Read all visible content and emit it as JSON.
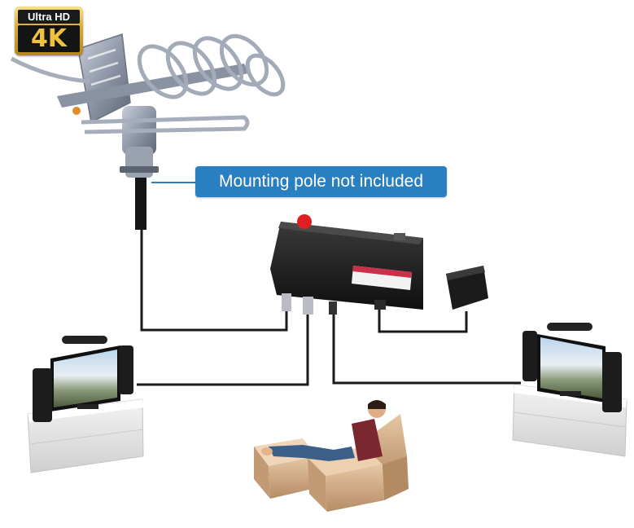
{
  "badge": {
    "top_text": "Ultra HD",
    "main_text": "4K"
  },
  "callout": {
    "label": "Mounting pole not included"
  },
  "colors": {
    "badge_gold": "#d6a935",
    "callout_blue": "#2a7fc0",
    "cable": "#1a1a1a",
    "antenna_metal": "#8f97a8",
    "amplifier_body": "#222222",
    "amplifier_button": "#e02020",
    "sofa": "#d9b48f"
  }
}
